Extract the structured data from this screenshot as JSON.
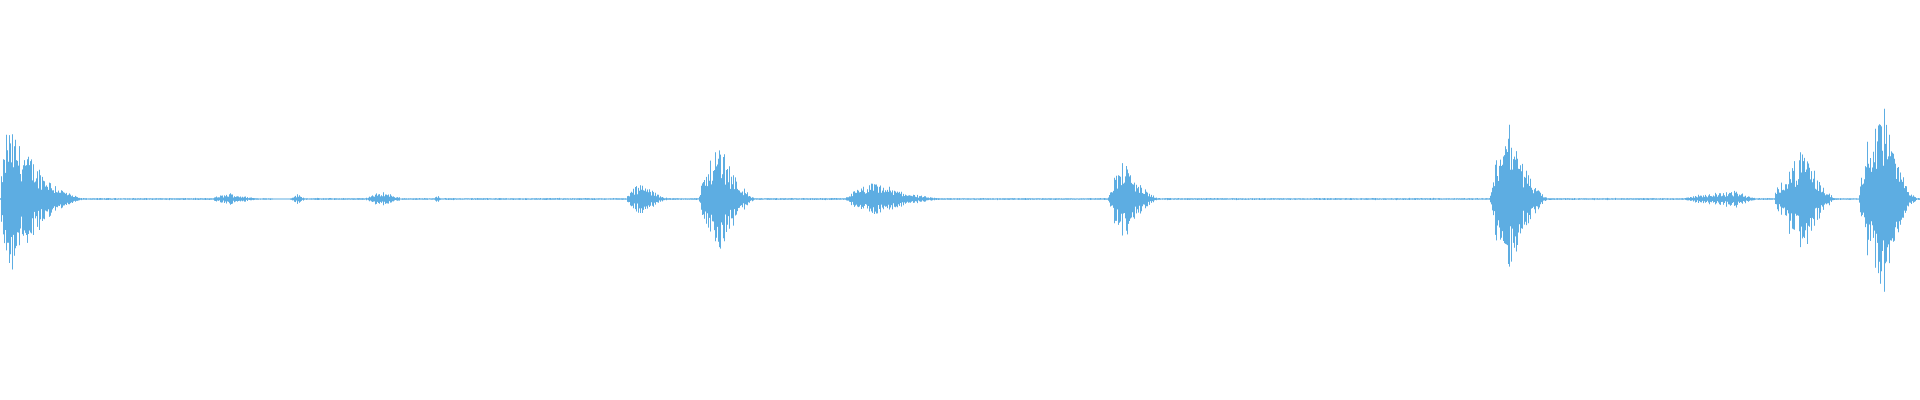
{
  "waveform": {
    "color": "#5dade2",
    "baseline_amplitude": 0.012,
    "bursts": [
      {
        "start": 0.0,
        "peak": 0.004,
        "end": 0.046,
        "amplitude": 0.46
      },
      {
        "start": 0.11,
        "peak": 0.12,
        "end": 0.142,
        "amplitude": 0.035
      },
      {
        "start": 0.151,
        "peak": 0.155,
        "end": 0.162,
        "amplitude": 0.03
      },
      {
        "start": 0.19,
        "peak": 0.2,
        "end": 0.214,
        "amplitude": 0.045
      },
      {
        "start": 0.224,
        "peak": 0.228,
        "end": 0.231,
        "amplitude": 0.02
      },
      {
        "start": 0.326,
        "peak": 0.334,
        "end": 0.352,
        "amplitude": 0.1
      },
      {
        "start": 0.364,
        "peak": 0.375,
        "end": 0.395,
        "amplitude": 0.35
      },
      {
        "start": 0.44,
        "peak": 0.456,
        "end": 0.496,
        "amplitude": 0.1
      },
      {
        "start": 0.577,
        "peak": 0.585,
        "end": 0.606,
        "amplitude": 0.24
      },
      {
        "start": 0.776,
        "peak": 0.785,
        "end": 0.808,
        "amplitude": 0.5
      },
      {
        "start": 0.876,
        "peak": 0.905,
        "end": 0.918,
        "amplitude": 0.05
      },
      {
        "start": 0.924,
        "peak": 0.94,
        "end": 0.958,
        "amplitude": 0.3
      },
      {
        "start": 0.968,
        "peak": 0.98,
        "end": 1.0,
        "amplitude": 0.62
      }
    ],
    "gaps": [
      {
        "start": 0.142,
        "end": 0.151
      }
    ]
  }
}
